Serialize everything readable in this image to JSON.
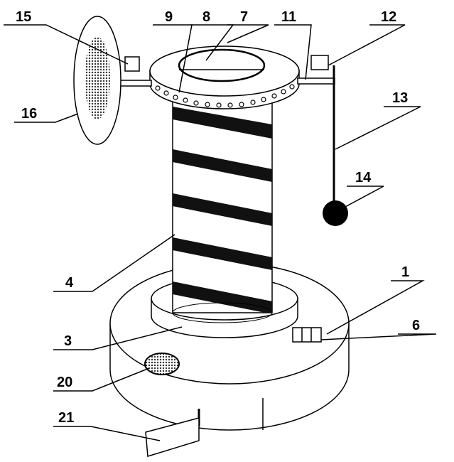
{
  "figure": {
    "labels": {
      "l15": "15",
      "l9": "9",
      "l8": "8",
      "l7": "7",
      "l11": "11",
      "l12": "12",
      "l16": "16",
      "l13": "13",
      "l14": "14",
      "l4": "4",
      "l1": "1",
      "l6": "6",
      "l3": "3",
      "l20": "20",
      "l21": "21"
    }
  }
}
